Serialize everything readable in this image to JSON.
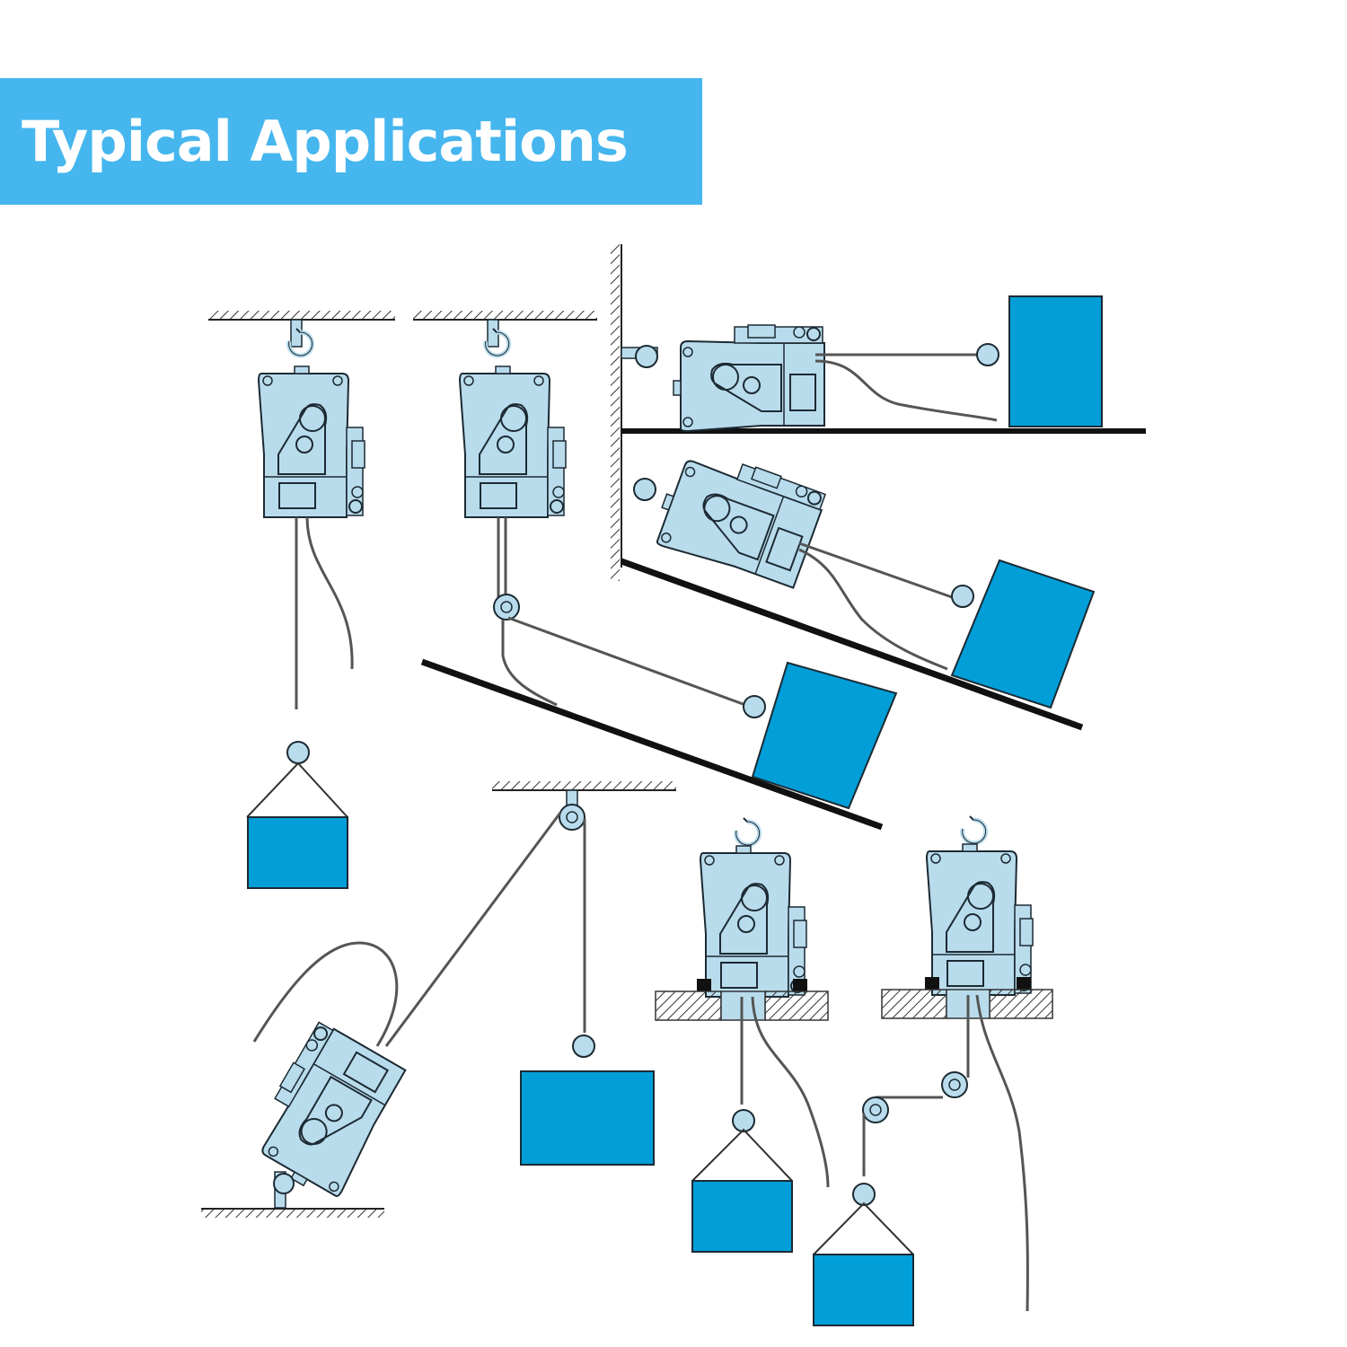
{
  "title": "Typical Applications",
  "colors": {
    "banner": "#46b6ee",
    "banner_text": "#ffffff",
    "hoist_body": "#b9dcec",
    "load": "#019ed8",
    "outline": "#1c2a33",
    "ground": "#111111"
  },
  "scenes": [
    {
      "id": "ceiling-vertical-lift",
      "description": "Hoist hung from ceiling lifting a suspended load"
    },
    {
      "id": "ceiling-pulley-incline-pull",
      "description": "Hoist hung from ceiling pulling load up an incline via pulley"
    },
    {
      "id": "wall-horizontal-pull",
      "description": "Hoist anchored to wall pulling load horizontally"
    },
    {
      "id": "wall-incline-pull",
      "description": "Hoist anchored to wall pulling load along a slope"
    },
    {
      "id": "floor-anchor-pulley-lift",
      "description": "Hoist anchored to floor lifting load via overhead pulley"
    },
    {
      "id": "platform-mounted-lift",
      "description": "Hoist mounted on platform lowering load through opening"
    },
    {
      "id": "platform-mounted-double-pulley-lift",
      "description": "Hoist mounted on platform lifting load via two pulleys"
    }
  ]
}
